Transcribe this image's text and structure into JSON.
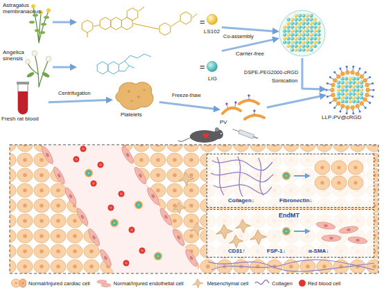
{
  "diagram": {
    "nodes": [
      {
        "text": [
          "Astragalus membranaceus"
        ]
      },
      {
        "text": [
          "LS102"
        ]
      },
      {
        "text": [
          "Angelica sinensis"
        ]
      },
      {
        "text": [
          "LIG"
        ]
      },
      {
        "text": [
          "Carrier-free"
        ]
      },
      {
        "text": [
          "LLP-PV@cRGD"
        ]
      },
      {
        "text": [
          "Fresh rat blood"
        ]
      },
      {
        "text": [
          "Platelets"
        ]
      },
      {
        "text": [
          "PV"
        ]
      },
      {
        "text": [
          "Collagen↓",
          "Fibronectin↓"
        ]
      },
      {
        "text": [
          "EndMT",
          "CD31↑",
          "FSP-1↓",
          "α-SMA↓"
        ]
      }
    ],
    "edges": [
      {
        "from": 0,
        "to": 1,
        "arrow": "to"
      },
      {
        "from": 2,
        "to": 3,
        "arrow": "to"
      },
      {
        "from": 1,
        "to": 4,
        "label": "Co-assembly",
        "arrow": "to"
      },
      {
        "from": 3,
        "to": 4,
        "arrow": "to"
      },
      {
        "from": 4,
        "to": 5,
        "label": "DSPE-PEG2000-cRGD",
        "arrow": "to"
      },
      {
        "from": 6,
        "to": 7,
        "label": "Centrifugation",
        "arrow": "to"
      },
      {
        "from": 7,
        "to": 8,
        "label": "Freeze-thaw",
        "arrow": "to"
      },
      {
        "from": 8,
        "to": 5,
        "arrow": "to"
      }
    ],
    "labels": [
      "=",
      "=",
      "Sonication"
    ],
    "legend": [
      {
        "text": "Normal/Injured cardiac cell"
      },
      {
        "text": "Normal/Injured endothelial cell"
      },
      {
        "text": "Mesenchymal cell"
      },
      {
        "text": "Collagen"
      },
      {
        "text": "Red blood cell",
        "color": "#e3352c"
      }
    ]
  }
}
